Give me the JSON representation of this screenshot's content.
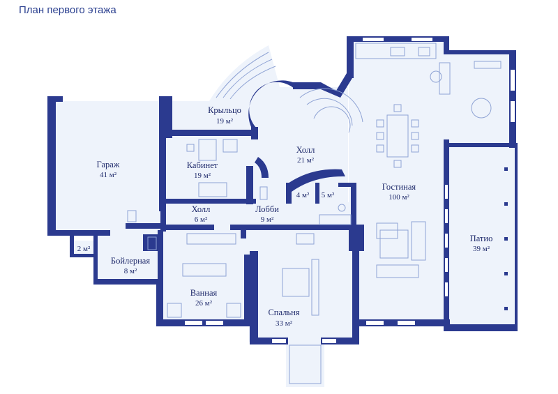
{
  "title": "План первого этажа",
  "rooms": {
    "garage": {
      "name": "Гараж",
      "area": "41 м²"
    },
    "porch": {
      "name": "Крыльцо",
      "area": "19 м²"
    },
    "office": {
      "name": "Кабинет",
      "area": "19 м²"
    },
    "hall_main": {
      "name": "Холл",
      "area": "21 м²"
    },
    "hall_small": {
      "name": "Холл",
      "area": "6 м²"
    },
    "lobby": {
      "name": "Лобби",
      "area": "9 м²"
    },
    "closet4": {
      "name": "",
      "area": "4 м²"
    },
    "closet5": {
      "name": "",
      "area": "5 м²"
    },
    "living": {
      "name": "Гостиная",
      "area": "100 м²"
    },
    "patio": {
      "name": "Патио",
      "area": "39 м²"
    },
    "closet2": {
      "name": "",
      "area": "2 м²"
    },
    "boiler": {
      "name": "Бойлерная",
      "area": "8 м²"
    },
    "bath": {
      "name": "Ванная",
      "area": "26 м²"
    },
    "bedroom": {
      "name": "Спальня",
      "area": "33 м²"
    }
  },
  "colors": {
    "wall": "#2b3a8f",
    "floor": "#eef3fb",
    "text": "#1f2a6b"
  }
}
